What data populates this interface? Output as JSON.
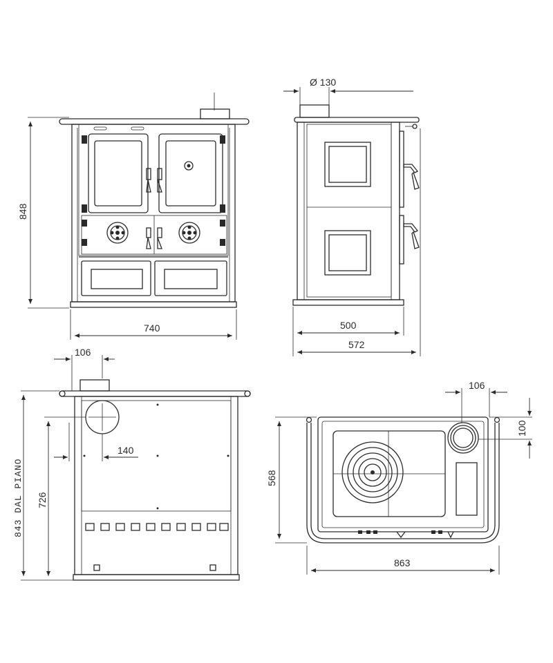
{
  "front_view": {
    "height": "848",
    "width": "740"
  },
  "side_view": {
    "flue_diameter": "Ø 130",
    "depth_body": "500",
    "depth_total": "572"
  },
  "rear_view": {
    "flue_offset": "106",
    "flue_center": "140",
    "height_total": "843 DAL PIANO",
    "height_flue": "726"
  },
  "top_view": {
    "flue_offset_x": "106",
    "flue_offset_y": "100",
    "depth": "568",
    "width": "863"
  }
}
